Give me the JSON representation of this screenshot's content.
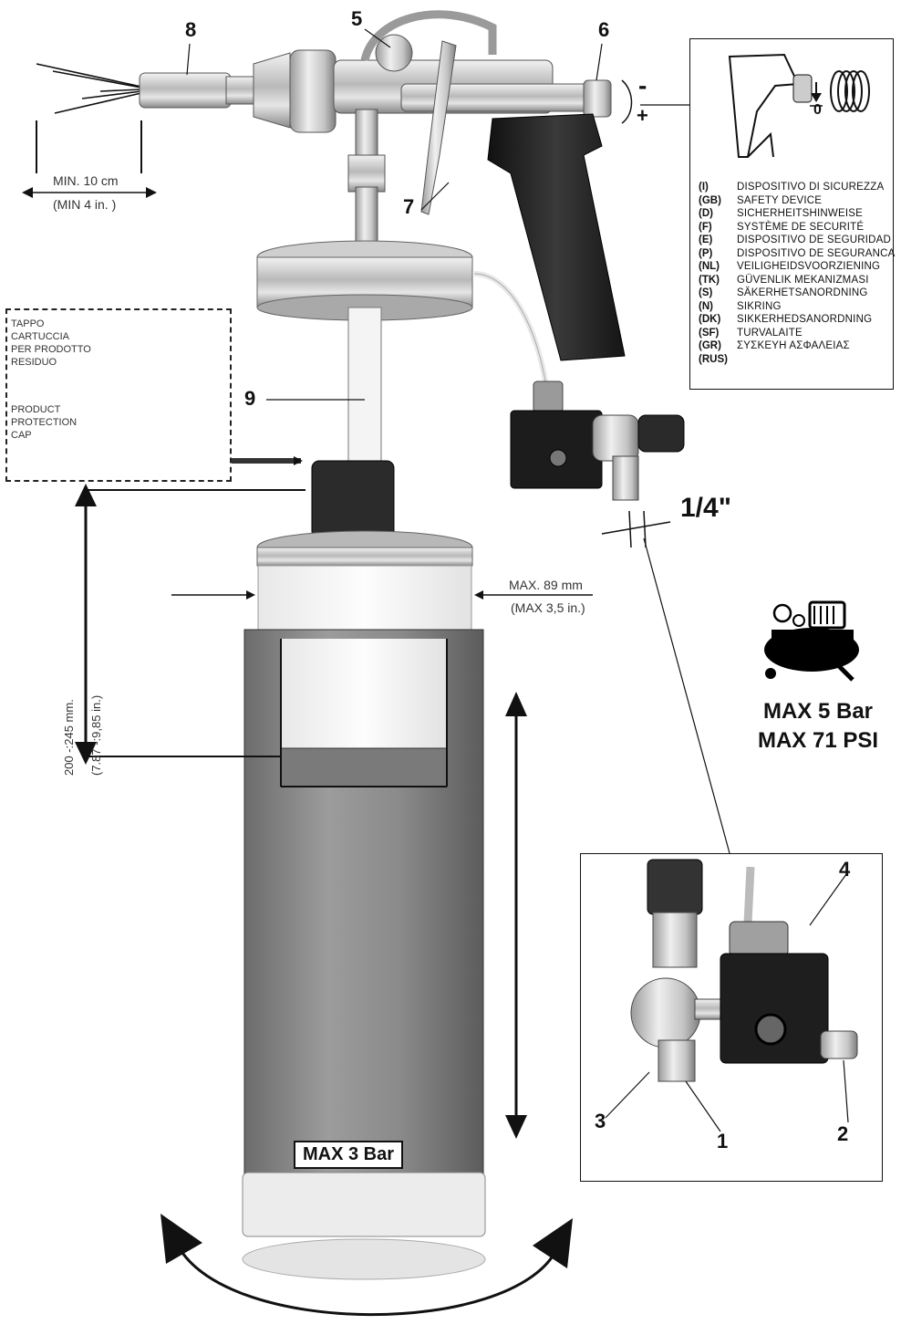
{
  "callouts": {
    "n1": "1",
    "n2": "2",
    "n3": "3",
    "n4": "4",
    "n5": "5",
    "n6": "6",
    "n7": "7",
    "n8": "8",
    "n9": "9"
  },
  "adjust": {
    "minus": "-",
    "plus": "+"
  },
  "distance": {
    "metric": "MIN. 10 cm",
    "imperial": "(MIN  4 in. )"
  },
  "diameter": {
    "metric": "MAX. 89 mm",
    "imperial": "(MAX  3,5 in.)"
  },
  "height": {
    "metric": "200 -:245 mm.",
    "imperial": "(7.87 -:9,85 in.)"
  },
  "thread": "1/4\"",
  "compressor": {
    "line1": "MAX 5 Bar",
    "line2": "MAX 71 PSI"
  },
  "pressure_limit": "MAX 3 Bar",
  "caps": {
    "it": [
      "TAPPO",
      "CARTUCCIA",
      "PER PRODOTTO",
      "RESIDUO"
    ],
    "en": [
      "PRODUCT",
      "PROTECTION",
      "CAP"
    ]
  },
  "safety_detail": {
    "value": "0"
  },
  "safety": [
    {
      "code": "(I)",
      "text": "DISPOSITIVO DI SICUREZZA"
    },
    {
      "code": "(GB)",
      "text": "SAFETY DEVICE"
    },
    {
      "code": "(D)",
      "text": "SICHERHEITSHINWEISE"
    },
    {
      "code": "(F)",
      "text": "SYSTÈME DE SECURITÉ"
    },
    {
      "code": "(E)",
      "text": "DISPOSITIVO DE SEGURIDAD"
    },
    {
      "code": "(P)",
      "text": "DISPOSITIVO DE SEGURANCA"
    },
    {
      "code": "(NL)",
      "text": "VEILIGHEIDSVOORZIENING"
    },
    {
      "code": "(TK)",
      "text": "GÜVENLIK MEKANIZMASI"
    },
    {
      "code": "(S)",
      "text": "SÄKERHETSANORDNING"
    },
    {
      "code": "(N)",
      "text": "SIKRING"
    },
    {
      "code": "(DK)",
      "text": "SIKKERHEDSANORDNING"
    },
    {
      "code": "(SF)",
      "text": "TURVALAITE"
    },
    {
      "code": "(GR)",
      "text": "ΣΥΣΚΕΥΗ ΑΣΦΑΛΕΙΑΣ"
    },
    {
      "code": "(RUS)",
      "text": ""
    }
  ],
  "icons": [
    "spray-fan-icon",
    "compressor-icon",
    "rotate-arrows-icon",
    "coil-spring-icon"
  ]
}
